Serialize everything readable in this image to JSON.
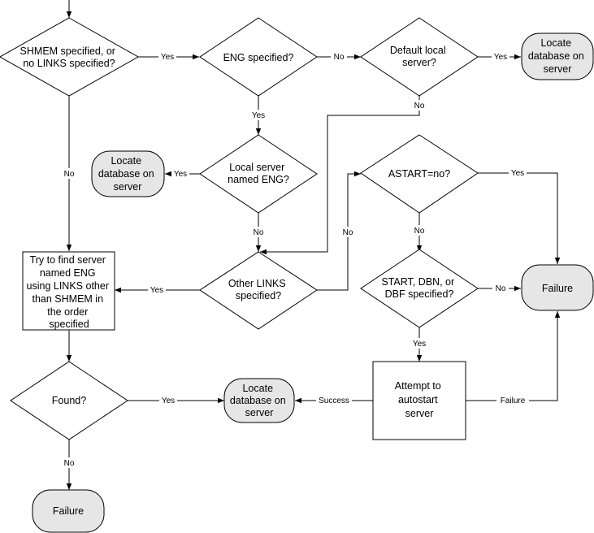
{
  "nodes": {
    "d_shmem": {
      "lines": [
        "SHMEM specified, or",
        "no LINKS specified?"
      ]
    },
    "d_eng": {
      "lines": [
        "ENG specified?"
      ]
    },
    "d_default": {
      "lines": [
        "Default local",
        "server?"
      ]
    },
    "t_locate1": {
      "lines": [
        "Locate",
        "database on",
        "server"
      ]
    },
    "d_localeng": {
      "lines": [
        "Local server",
        "named ENG?"
      ]
    },
    "t_locate2": {
      "lines": [
        "Locate",
        "database on",
        "server"
      ]
    },
    "d_astart": {
      "lines": [
        "ASTART=no?"
      ]
    },
    "p_try": {
      "lines": [
        "Try to find server",
        "named ENG",
        "using LINKS other",
        "than SHMEM in",
        "the order",
        "specified"
      ]
    },
    "d_otherlinks": {
      "lines": [
        "Other LINKS",
        "specified?"
      ]
    },
    "d_start": {
      "lines": [
        "START, DBN, or",
        "DBF specified?"
      ]
    },
    "t_failure1": {
      "lines": [
        "Failure"
      ]
    },
    "d_found": {
      "lines": [
        "Found?"
      ]
    },
    "t_locate3": {
      "lines": [
        "Locate",
        "database on",
        "server"
      ]
    },
    "p_autostart": {
      "lines": [
        "Attempt to",
        "autostart",
        "server"
      ]
    },
    "t_failure2": {
      "lines": [
        "Failure"
      ]
    }
  },
  "edges": {
    "shmem_yes": {
      "label": "Yes"
    },
    "shmem_no": {
      "label": "No"
    },
    "eng_no": {
      "label": "No"
    },
    "eng_yes": {
      "label": "Yes"
    },
    "default_yes": {
      "label": "Yes"
    },
    "default_no": {
      "label": "No"
    },
    "localeng_yes": {
      "label": "Yes"
    },
    "localeng_no": {
      "label": "No"
    },
    "other_yes": {
      "label": "Yes"
    },
    "other_no": {
      "label": "No"
    },
    "astart_yes": {
      "label": "Yes"
    },
    "astart_no": {
      "label": "No"
    },
    "start_no": {
      "label": "No"
    },
    "start_yes": {
      "label": "Yes"
    },
    "found_yes": {
      "label": "Yes"
    },
    "found_no": {
      "label": "No"
    },
    "auto_success": {
      "label": "Success"
    },
    "auto_failure": {
      "label": "Failure"
    }
  }
}
